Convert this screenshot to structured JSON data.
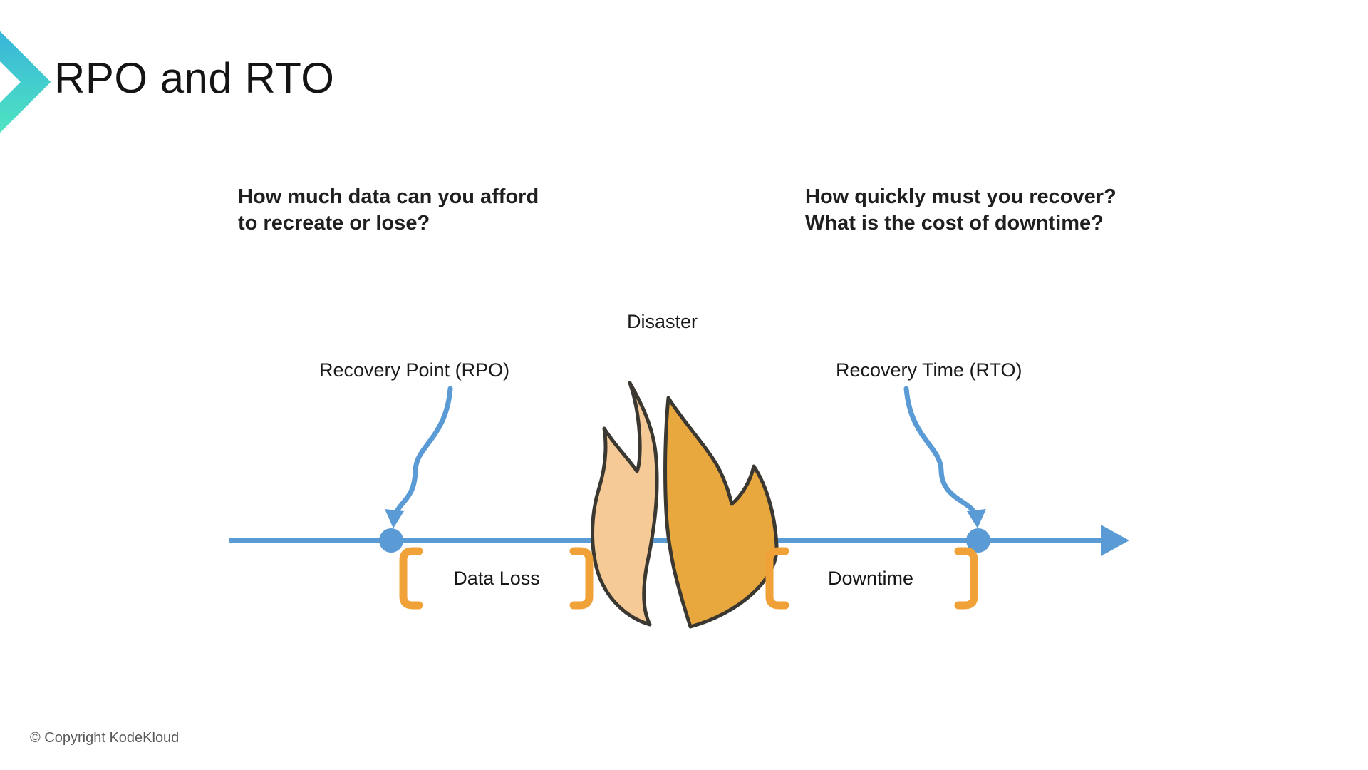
{
  "slide": {
    "title": "RPO and RTO",
    "footer": "© Copyright KodeKloud"
  },
  "questions": {
    "left_line1": "How much data can you afford",
    "left_line2": "to recreate or lose?",
    "right_line1": "How quickly must you recover?",
    "right_line2": "What is the cost of downtime?"
  },
  "diagram": {
    "disaster_label": "Disaster",
    "rpo_label": "Recovery Point (RPO)",
    "rto_label": "Recovery Time (RTO)",
    "data_loss_label": "Data Loss",
    "downtime_label": "Downtime",
    "icons": {
      "flame": "flame-icon",
      "timeline_arrow": "timeline-arrow-icon",
      "curve_arrows": "curved-pointer-arrow-icon",
      "logo": "kodekloud-chevron-icon"
    },
    "colors": {
      "timeline_blue": "#5B9BD5",
      "bracket_orange": "#F0A238",
      "flame_light": "#F5CA96",
      "flame_dark": "#E9A83E",
      "flame_outline": "#3B3832",
      "logo_gradient_start": "#38B5DA",
      "logo_gradient_end": "#4FE4C2"
    }
  }
}
